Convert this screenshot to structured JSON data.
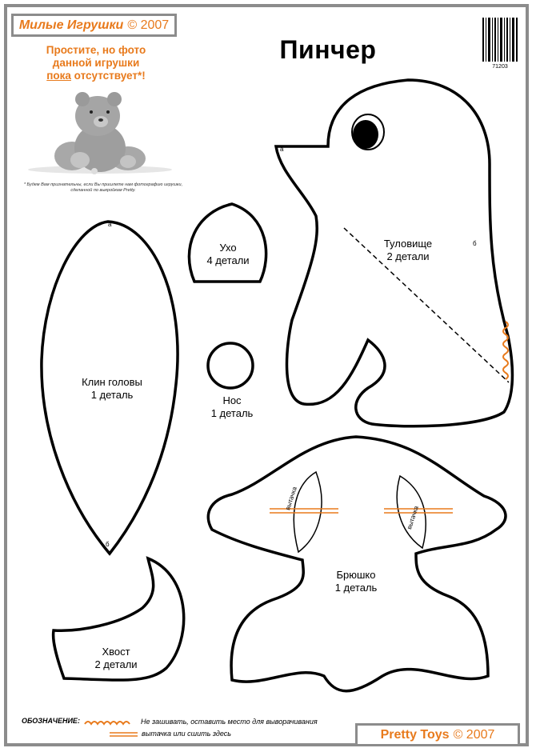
{
  "header": {
    "brand_name": "Милые Игрушки",
    "brand_year": "© 2007",
    "title": "Пинчер"
  },
  "notice": {
    "line1": "Простите, но фото",
    "line2": "данной игрушки",
    "line3_underlined": "пока",
    "line3_rest": " отсутствует*!",
    "footnote_line1": "* Будем Вам признательны, если Вы пришлете нам фотографию игрушки,",
    "footnote_line2": "сделанной по выкройкам Pretty."
  },
  "barcode": {
    "number": "71203"
  },
  "pieces": {
    "head_wedge": {
      "name": "Клин головы",
      "count": "1 деталь",
      "mark_top": "а",
      "mark_bottom": "б"
    },
    "ear": {
      "name": "Ухо",
      "count": "4 детали"
    },
    "nose": {
      "name": "Нос",
      "count": "1 деталь"
    },
    "body": {
      "name": "Туловище",
      "count": "2 детали",
      "mark_a": "а",
      "mark_b": "б"
    },
    "belly": {
      "name": "Брюшко",
      "count": "1 деталь",
      "dart_label": "вытачка"
    },
    "tail": {
      "name": "Хвост",
      "count": "2 детали"
    }
  },
  "legend": {
    "heading": "ОБОЗНАЧЕНИЕ:",
    "line1": "Не зашивать, оставить место  для выворачивания",
    "line2": "вытачка или сшить здесь"
  },
  "footer": {
    "brand_name": "Pretty Toys",
    "brand_year": "© 2007"
  },
  "colors": {
    "accent": "#e87a1c",
    "frame": "#8c8c8c",
    "outline": "#000000"
  }
}
